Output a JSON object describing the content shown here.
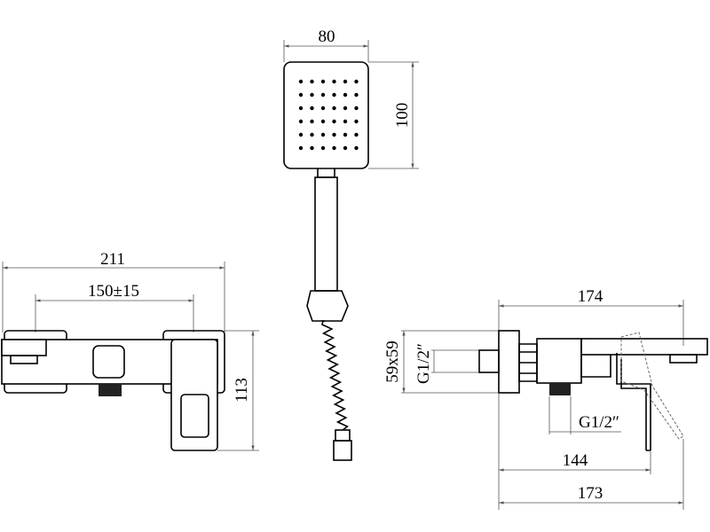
{
  "front_view": {
    "overall_width": "211",
    "center_distance": "150±15",
    "height": "113"
  },
  "hand_shower": {
    "width": "80",
    "height": "100"
  },
  "side_view": {
    "overall_length": "174",
    "plate_size": "59x59",
    "inlet_thread": "G1/2″",
    "outlet_thread": "G1/2″",
    "handle_depth": "144",
    "spout_depth": "173"
  }
}
